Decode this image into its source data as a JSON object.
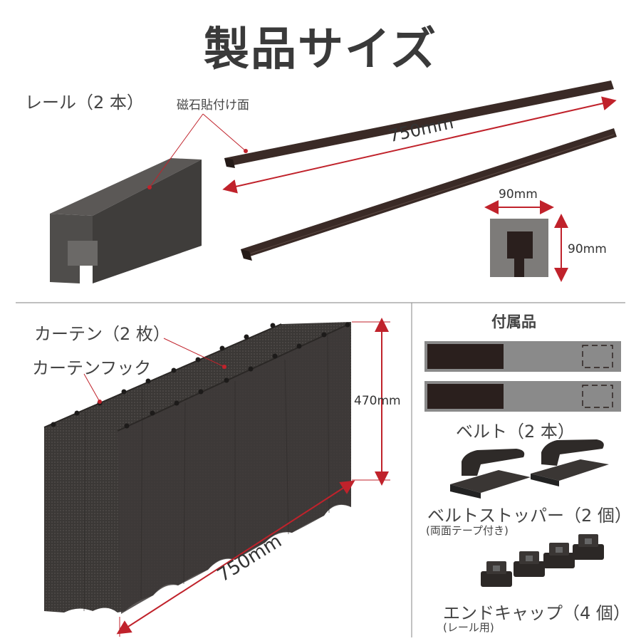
{
  "title": "製品サイズ",
  "rail": {
    "label": "レール（2 本）",
    "magnet_face": "磁石貼付け面",
    "length": "750mm",
    "width": "90mm",
    "height": "90mm"
  },
  "curtain": {
    "label": "カーテン（2 枚）",
    "hook_label": "カーテンフック",
    "height": "470mm",
    "width": "750mm"
  },
  "accessories": {
    "heading": "付属品",
    "belt": "ベルト（2 本）",
    "stopper": "ベルトストッパー（2 個）",
    "stopper_note": "(両面テープ付き)",
    "endcap": "エンドキャップ（4 個）",
    "endcap_note": "(レール用)"
  },
  "colors": {
    "rail": "#3a2a26",
    "profile": "#4a4846",
    "curtain": "#3b3836",
    "arrow": "#c0222b",
    "belt_band": "#8a8a8a",
    "belt_dark": "#2a1f1d"
  }
}
